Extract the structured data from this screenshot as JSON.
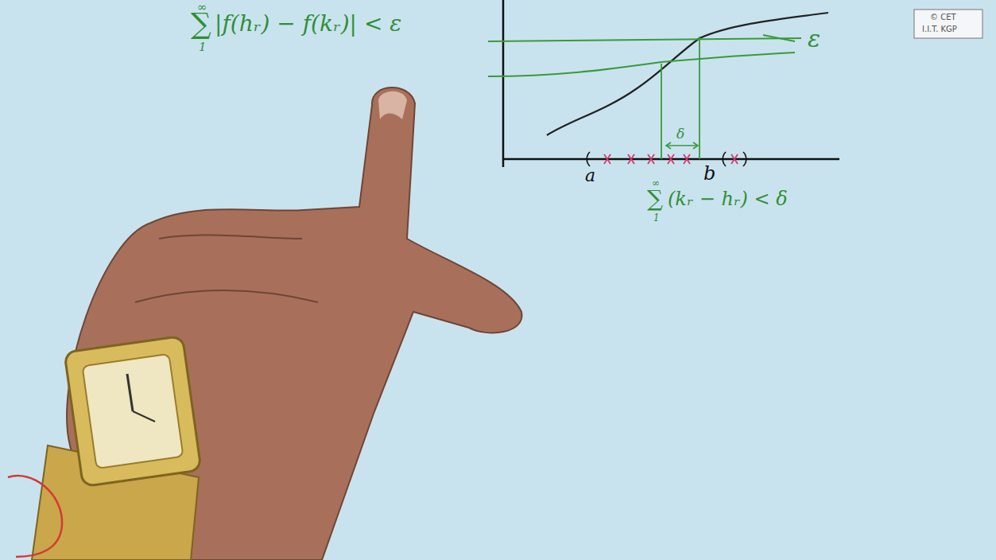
{
  "diagram": {
    "labels": [
      "∑",
      "∞",
      "1",
      "|f(hᵣ) − f(kᵣ)| < ε",
      "ε",
      "δ",
      "a",
      "b",
      "∑",
      "∞",
      "1",
      "(kᵣ − hᵣ) < δ",
      "© CET",
      "I.I.T. KGP"
    ]
  }
}
